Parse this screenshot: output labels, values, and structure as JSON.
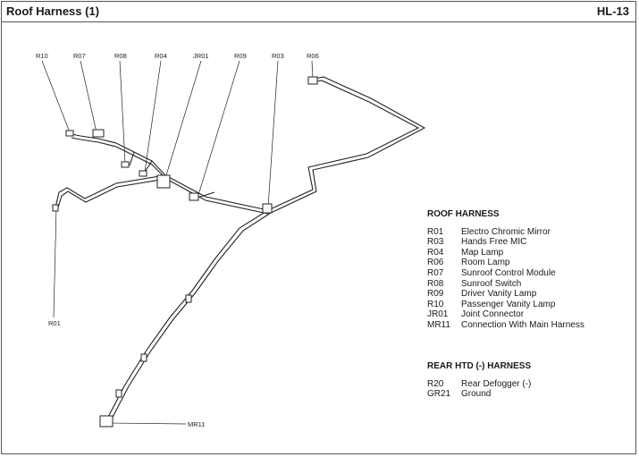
{
  "header": {
    "title": "Roof Harness (1)",
    "page_code": "HL-13"
  },
  "callouts": {
    "R10": "R10",
    "R07": "R07",
    "R08": "R08",
    "R04": "R04",
    "JR01": "JR01",
    "R09": "R09",
    "R03": "R03",
    "R06": "R06",
    "R01": "R01",
    "MR11": "MR11"
  },
  "roof_harness": {
    "heading": "ROOF HARNESS",
    "items": [
      {
        "code": "R01",
        "name": "Electro Chromic Mirror"
      },
      {
        "code": "R03",
        "name": "Hands Free MIC"
      },
      {
        "code": "R04",
        "name": "Map Lamp"
      },
      {
        "code": "R06",
        "name": "Room Lamp"
      },
      {
        "code": "R07",
        "name": "Sunroof Control Module"
      },
      {
        "code": "R08",
        "name": "Sunroof Switch"
      },
      {
        "code": "R09",
        "name": "Driver Vanity Lamp"
      },
      {
        "code": "R10",
        "name": "Passenger Vanity Lamp"
      },
      {
        "code": "JR01",
        "name": "Joint Connector"
      },
      {
        "code": "MR11",
        "name": "Connection With Main Harness"
      }
    ]
  },
  "rear_htd_harness": {
    "heading": "REAR HTD (-) HARNESS",
    "items": [
      {
        "code": "R20",
        "name": "Rear Defogger (-)"
      },
      {
        "code": "GR21",
        "name": "Ground"
      }
    ]
  }
}
